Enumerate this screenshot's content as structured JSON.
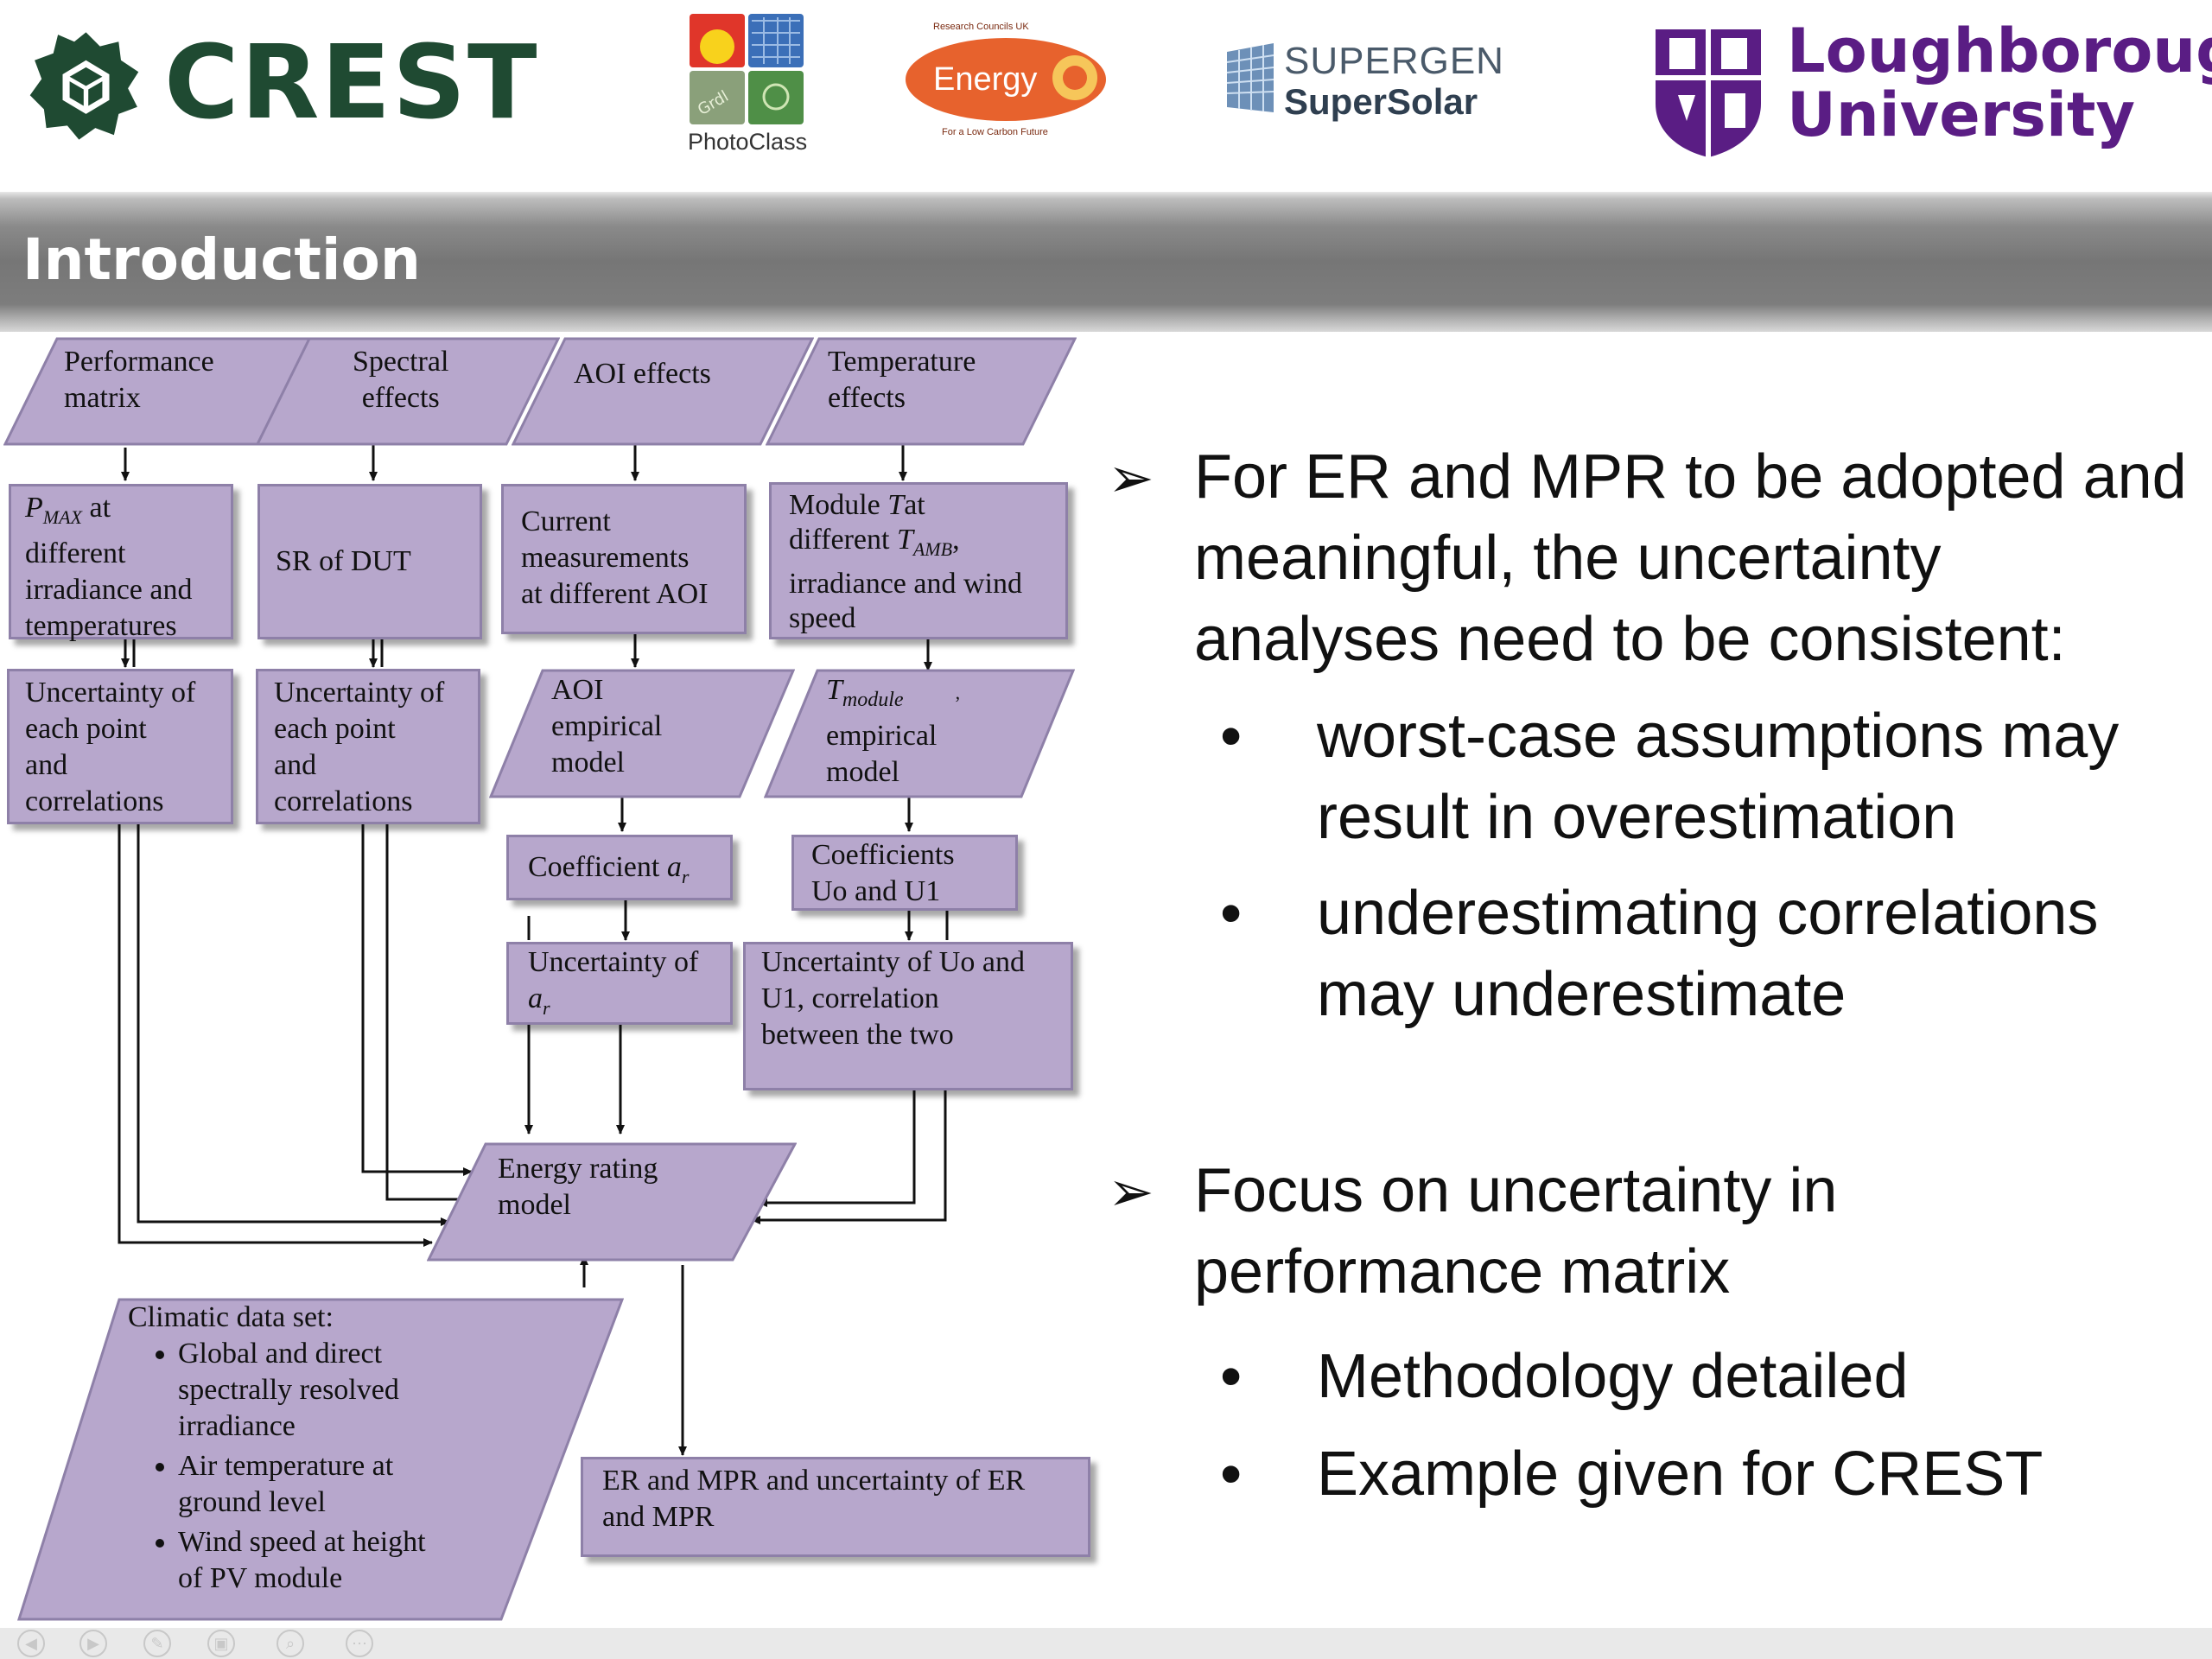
{
  "header": {
    "crest_text": "CREST",
    "photoclass_text": "PhotoClass",
    "energy": {
      "word": "Energy",
      "top_arc": "Research Councils UK",
      "bottom_arc": "For a Low Carbon Future"
    },
    "supergen": {
      "line1": "SUPERGEN",
      "line2": "SuperSolar"
    },
    "loughborough": {
      "line1": "Loughborough",
      "line2": "University"
    }
  },
  "title": "Introduction",
  "diagram": {
    "inputs": {
      "performance_matrix": [
        "Performance",
        "matrix"
      ],
      "spectral": [
        "Spectral",
        "effects"
      ],
      "aoi": "AOI effects",
      "temperature": [
        "Temperature",
        "effects"
      ]
    },
    "pmax": {
      "sym": "P",
      "sub": "MAX",
      "rest": " at",
      "lines": [
        "different",
        "irradiance and",
        "temperatures"
      ]
    },
    "sr_dut": "SR of DUT",
    "current_meas": [
      "Current",
      "measurements",
      "at different AOI"
    ],
    "module_t": {
      "line1_a": "Module ",
      "line1_b": "T",
      "line1_c": "at",
      "line2_a": "different ",
      "line2_b": "T",
      "line2_sub": "AMB",
      "line2_c": ",",
      "line3": "irradiance and wind",
      "line4": "speed"
    },
    "unc_each_1": [
      "Uncertainty of",
      "each point",
      "and",
      "correlations"
    ],
    "unc_each_2": [
      "Uncertainty of",
      "each point",
      "and",
      "correlations"
    ],
    "aoi_model": [
      "AOI",
      "empirical",
      "model"
    ],
    "tmod_model": {
      "sym": "T",
      "sub": "module",
      "comma": ",",
      "lines": [
        "empirical",
        "model"
      ]
    },
    "coef_a": {
      "text": "Coefficient ",
      "sym": "a",
      "sub": "r"
    },
    "coef_u": [
      "Coefficients",
      "Uo and U1"
    ],
    "unc_a": {
      "text": "Uncertainty of",
      "sym": "a",
      "sub": "r"
    },
    "unc_u": [
      "Uncertainty of Uo and",
      "U1, correlation",
      "between the two"
    ],
    "energy_model": [
      "Energy rating",
      "model"
    ],
    "climatic": {
      "title": "Climatic data set:",
      "items": [
        [
          "Global and direct",
          "spectrally resolved",
          "irradiance"
        ],
        [
          "Air temperature at",
          "ground level"
        ],
        [
          "Wind speed at height",
          "of PV module"
        ]
      ]
    },
    "er_mpr": [
      "ER and MPR and uncertainty of ER",
      "and MPR"
    ]
  },
  "right": {
    "bullet1": "For ER and MPR to be adopted and meaningful, the uncertainty analyses need to be consistent:",
    "bullet1_subs": [
      "worst-case assumptions may result in overestimation",
      "underestimating correlations may underestimate"
    ],
    "bullet2": "Focus on uncertainty in performance matrix",
    "bullet2_subs": [
      "Methodology detailed",
      "Example given for CREST"
    ]
  },
  "colors": {
    "box_fill": "#b7a7cc",
    "box_border": "#8e80a8",
    "crest_green": "#1f4a32",
    "lboro_purple": "#5a1d84"
  }
}
